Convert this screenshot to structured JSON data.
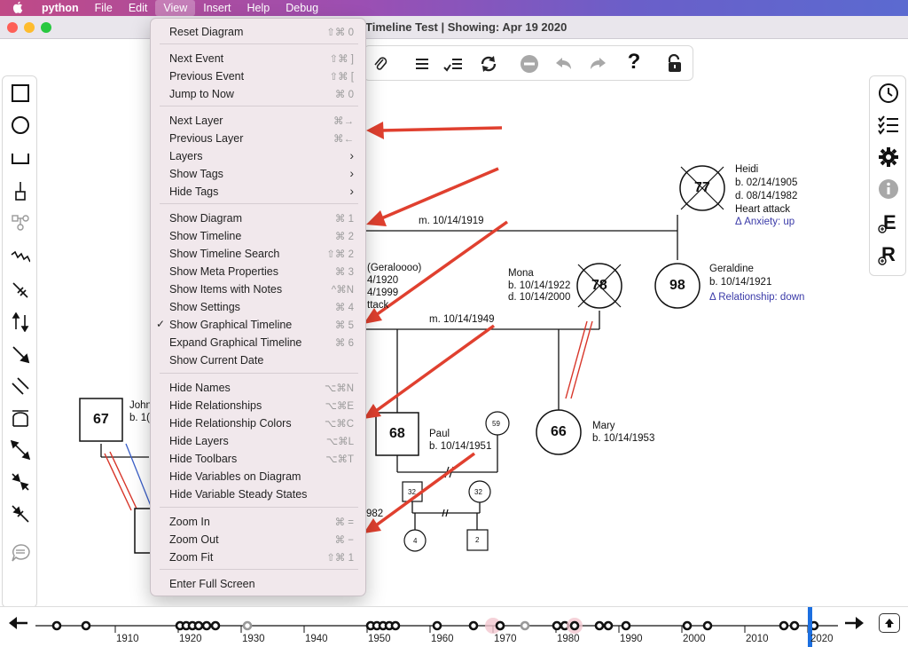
{
  "menubar": {
    "apple": "",
    "app_name": "python",
    "items": [
      "File",
      "Edit",
      "View",
      "Insert",
      "Help",
      "Debug"
    ]
  },
  "window": {
    "title": "Timeline Test | Showing: Apr 19 2020"
  },
  "menu": {
    "items": [
      {
        "label": "Reset Diagram",
        "shortcut": "⇧⌘ 0"
      },
      {
        "label": "Next Event",
        "shortcut": "⇧⌘ ]"
      },
      {
        "label": "Previous Event",
        "shortcut": "⇧⌘ ["
      },
      {
        "label": "Jump to Now",
        "shortcut": "⌘ 0"
      },
      {
        "label": "Next Layer",
        "shortcut": "⌘→"
      },
      {
        "label": "Previous Layer",
        "shortcut": "⌘←"
      },
      {
        "label": "Layers",
        "shortcut": "›"
      },
      {
        "label": "Show Tags",
        "shortcut": "›"
      },
      {
        "label": "Hide Tags",
        "shortcut": "›"
      },
      {
        "label": "Show Diagram",
        "shortcut": "⌘ 1"
      },
      {
        "label": "Show Timeline",
        "shortcut": "⌘ 2"
      },
      {
        "label": "Show Timeline Search",
        "shortcut": "⇧⌘ 2"
      },
      {
        "label": "Show Meta Properties",
        "shortcut": "⌘ 3"
      },
      {
        "label": "Show Items with Notes",
        "shortcut": "^⌘N"
      },
      {
        "label": "Show Settings",
        "shortcut": "⌘ 4"
      },
      {
        "label": "Show Graphical Timeline",
        "shortcut": "⌘ 5",
        "checked": "✓"
      },
      {
        "label": "Expand Graphical Timeline",
        "shortcut": "⌘ 6"
      },
      {
        "label": "Show Current Date",
        "shortcut": ""
      },
      {
        "label": "Hide Names",
        "shortcut": "⌥⌘N"
      },
      {
        "label": "Hide Relationships",
        "shortcut": "⌥⌘E"
      },
      {
        "label": "Hide Relationship Colors",
        "shortcut": "⌥⌘C"
      },
      {
        "label": "Hide Layers",
        "shortcut": "⌥⌘L"
      },
      {
        "label": "Hide Toolbars",
        "shortcut": "⌥⌘T"
      },
      {
        "label": "Hide Variables on Diagram",
        "shortcut": ""
      },
      {
        "label": "Hide Variable Steady States",
        "shortcut": ""
      },
      {
        "label": "Zoom In",
        "shortcut": "⌘ ="
      },
      {
        "label": "Zoom Out",
        "shortcut": "⌘ −"
      },
      {
        "label": "Zoom Fit",
        "shortcut": "⇧⌘ 1"
      },
      {
        "label": "Enter Full Screen",
        "shortcut": ""
      }
    ]
  },
  "diagram": {
    "people": {
      "heidi": {
        "age": "77",
        "name": "Heidi",
        "born": "b. 02/14/1905",
        "died": "d. 08/14/1982",
        "cause": "Heart attack",
        "variable": "Δ Anxiety: up"
      },
      "geraldine": {
        "age": "98",
        "name": "Geraldine",
        "born": "b. 10/14/1921",
        "variable": "Δ Relationship: down"
      },
      "mona": {
        "age": "78",
        "name": "Mona",
        "born": "b. 10/14/1922",
        "died": "d. 10/14/2000"
      },
      "partial": {
        "line1": "(Geraloooo)",
        "line2": "4/1920",
        "line3": "4/1999",
        "line4": "ttack"
      },
      "john": {
        "age": "67",
        "name": "John",
        "born": "b. 1("
      },
      "paul": {
        "age": "68",
        "name": "Paul",
        "born": "b. 10/14/1951"
      },
      "mary": {
        "age": "66",
        "name": "Mary",
        "born": "b. 10/14/1953"
      },
      "small59": {
        "age": "59"
      },
      "small32a": {
        "age": "32"
      },
      "small32b": {
        "age": "32"
      },
      "small4": {
        "age": "4"
      },
      "small2": {
        "age": "2"
      },
      "partial_year": "982"
    },
    "marriages": {
      "m1": "m. 10/14/1919",
      "m2": "m. 10/14/1949"
    }
  },
  "timeline": {
    "years": [
      "1910",
      "1920",
      "1930",
      "1940",
      "1950",
      "1960",
      "1970",
      "1980",
      "1990",
      "2000",
      "2010",
      "2020"
    ]
  },
  "colors": {
    "accent_red": "#e0402f",
    "timeline_cursor": "#1c6fe0",
    "variable_blue": "#3a3aa8"
  },
  "icons": {
    "left_toolbar": [
      "square-tool-icon",
      "circle-tool-icon",
      "bracket-tool-icon",
      "stem-tool-icon",
      "children-tool-icon",
      "conflict-tool-icon",
      "cutoff-tool-icon",
      "reciprocity-tool-icon",
      "projection-tool-icon",
      "fusion-tool-icon",
      "inside-tool-icon",
      "away-tool-icon",
      "toward-tool-icon",
      "define-self-tool-icon",
      "callout-tool-icon"
    ],
    "right_toolbar": [
      "clock-icon",
      "checklist-icon",
      "gear-icon",
      "info-icon",
      "event-icon",
      "report-icon"
    ],
    "top_toolbar": [
      "attach-icon",
      "list-icon",
      "checklist-icon",
      "refresh-icon",
      "minus-icon",
      "undo-icon",
      "redo-icon",
      "help-icon",
      "unlock-icon"
    ]
  }
}
